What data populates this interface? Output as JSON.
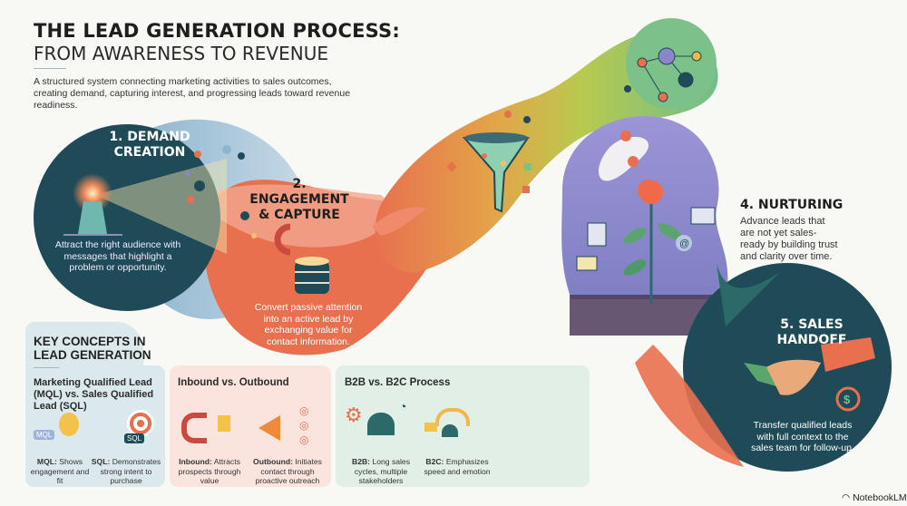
{
  "header": {
    "title_line1": "THE LEAD GENERATION PROCESS:",
    "title_line2": "FROM AWARENESS TO REVENUE",
    "subtitle": "A structured system connecting marketing activities to sales outcomes, creating demand, capturing interest, and progressing leads toward revenue readiness."
  },
  "steps": [
    {
      "title": "1. DEMAND CREATION",
      "text": "Attract the right audience with messages that highlight a problem or opportunity."
    },
    {
      "title": "2. ENGAGEMENT & CAPTURE",
      "text": "Convert passive attention into an active lead by exchanging value for contact information."
    },
    {
      "title": "4. NURTURING",
      "text": "Advance leads that are not yet sales-ready by building trust and clarity over time."
    },
    {
      "title": "5. SALES HANDOFF",
      "text": "Transfer qualified leads with full context to the sales team for follow-up."
    }
  ],
  "key_concepts": {
    "heading": "KEY CONCEPTS IN LEAD GENERATION",
    "cards": [
      {
        "title": "Marketing Qualified Lead (MQL) vs. Sales Qualified Lead (SQL)",
        "items": [
          {
            "icon_label": "MQL",
            "term": "MQL:",
            "desc": "Shows engagement and fit"
          },
          {
            "icon_label": "SQL",
            "term": "SQL:",
            "desc": "Demonstrates strong intent to purchase"
          }
        ]
      },
      {
        "title": "Inbound vs. Outbound",
        "items": [
          {
            "term": "Inbound:",
            "desc": "Attracts prospects through value"
          },
          {
            "term": "Outbound:",
            "desc": "Initiates contact through proactive outreach"
          }
        ]
      },
      {
        "title": "B2B vs. B2C Process",
        "items": [
          {
            "term": "B2B:",
            "desc": "Long sales cycles, multiple stakeholders"
          },
          {
            "term": "B2C:",
            "desc": "Emphasizes speed and emotion"
          }
        ]
      }
    ]
  },
  "branding": {
    "label": "NotebookLM"
  },
  "colors": {
    "teal_dark": "#1f4a57",
    "orange": "#e8704f",
    "green": "#7cc08a",
    "purple": "#8a86c9",
    "card_blue": "#dce9ec",
    "card_pink": "#fbe4de",
    "card_green": "#e1efe6"
  }
}
